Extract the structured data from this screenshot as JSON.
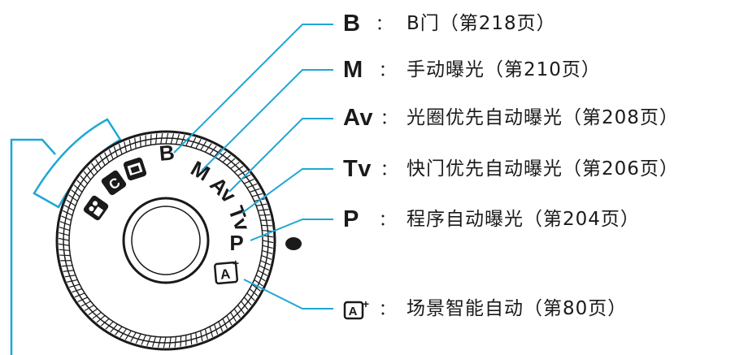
{
  "dial": {
    "marks": [
      "B",
      "M",
      "Av",
      "Tv",
      "P"
    ],
    "scene_icons": [
      "movie-mode-icon",
      "creative-auto-icon",
      "scene-icon"
    ],
    "scene_auto_icon": "scene-intelligent-auto-icon"
  },
  "modes": [
    {
      "symbol": "B",
      "colon": "：",
      "description": "B门（第218页）"
    },
    {
      "symbol": "M",
      "colon": "：",
      "description": "手动曝光（第210页）"
    },
    {
      "symbol": "Av",
      "colon": "：",
      "description": "光圈优先自动曝光（第208页）"
    },
    {
      "symbol": "Tv",
      "colon": "：",
      "description": "快门优先自动曝光（第206页）"
    },
    {
      "symbol": "P",
      "colon": "：",
      "description": "程序自动曝光（第204页）"
    },
    {
      "symbol": "",
      "colon": "：",
      "description": "场景智能自动（第80页）"
    }
  ],
  "colors": {
    "line": "#1ea7d6",
    "ink": "#1a1a1a",
    "leader": "#1ea7d6"
  }
}
